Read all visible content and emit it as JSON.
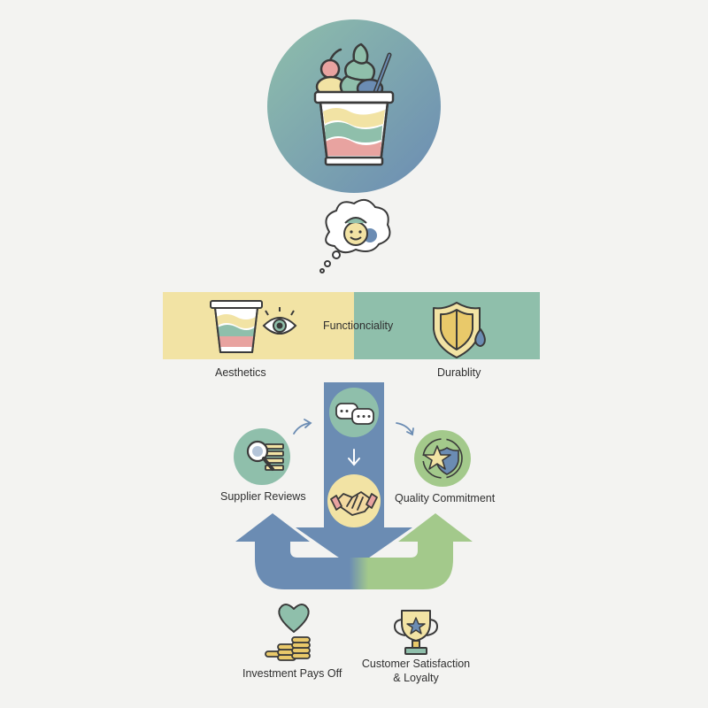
{
  "labels": {
    "functionality": "Functionciality",
    "aesthetics": "Aesthetics",
    "durability": "Durablity",
    "supplier_reviews": "Supplier Reviews",
    "quality_commitment": "Quality Commitment",
    "investment": "Investment Pays Off",
    "customer_line1": "Customer Satisfaction",
    "customer_line2": "& Loyalty"
  },
  "colors": {
    "background": "#f3f3f1",
    "yellow": "#f2e3a4",
    "teal": "#8fbfab",
    "blue": "#6b8cb3",
    "green": "#a3c98b",
    "pink": "#e8a3a0",
    "outline": "#3a3a3a",
    "gold": "#e9c96a"
  },
  "icons": {
    "hero": "parfait-cup-icon",
    "thought": "thought-bubble-face-icon",
    "aesthetics": "cup-icon",
    "eye": "eye-icon",
    "durability": "shield-icon",
    "communication": "chat-bubbles-icon",
    "handshake": "handshake-icon",
    "reviews": "magnifier-list-icon",
    "quality": "star-shield-icon",
    "heart": "heart-icon",
    "coins": "coins-icon",
    "trophy": "trophy-icon"
  }
}
